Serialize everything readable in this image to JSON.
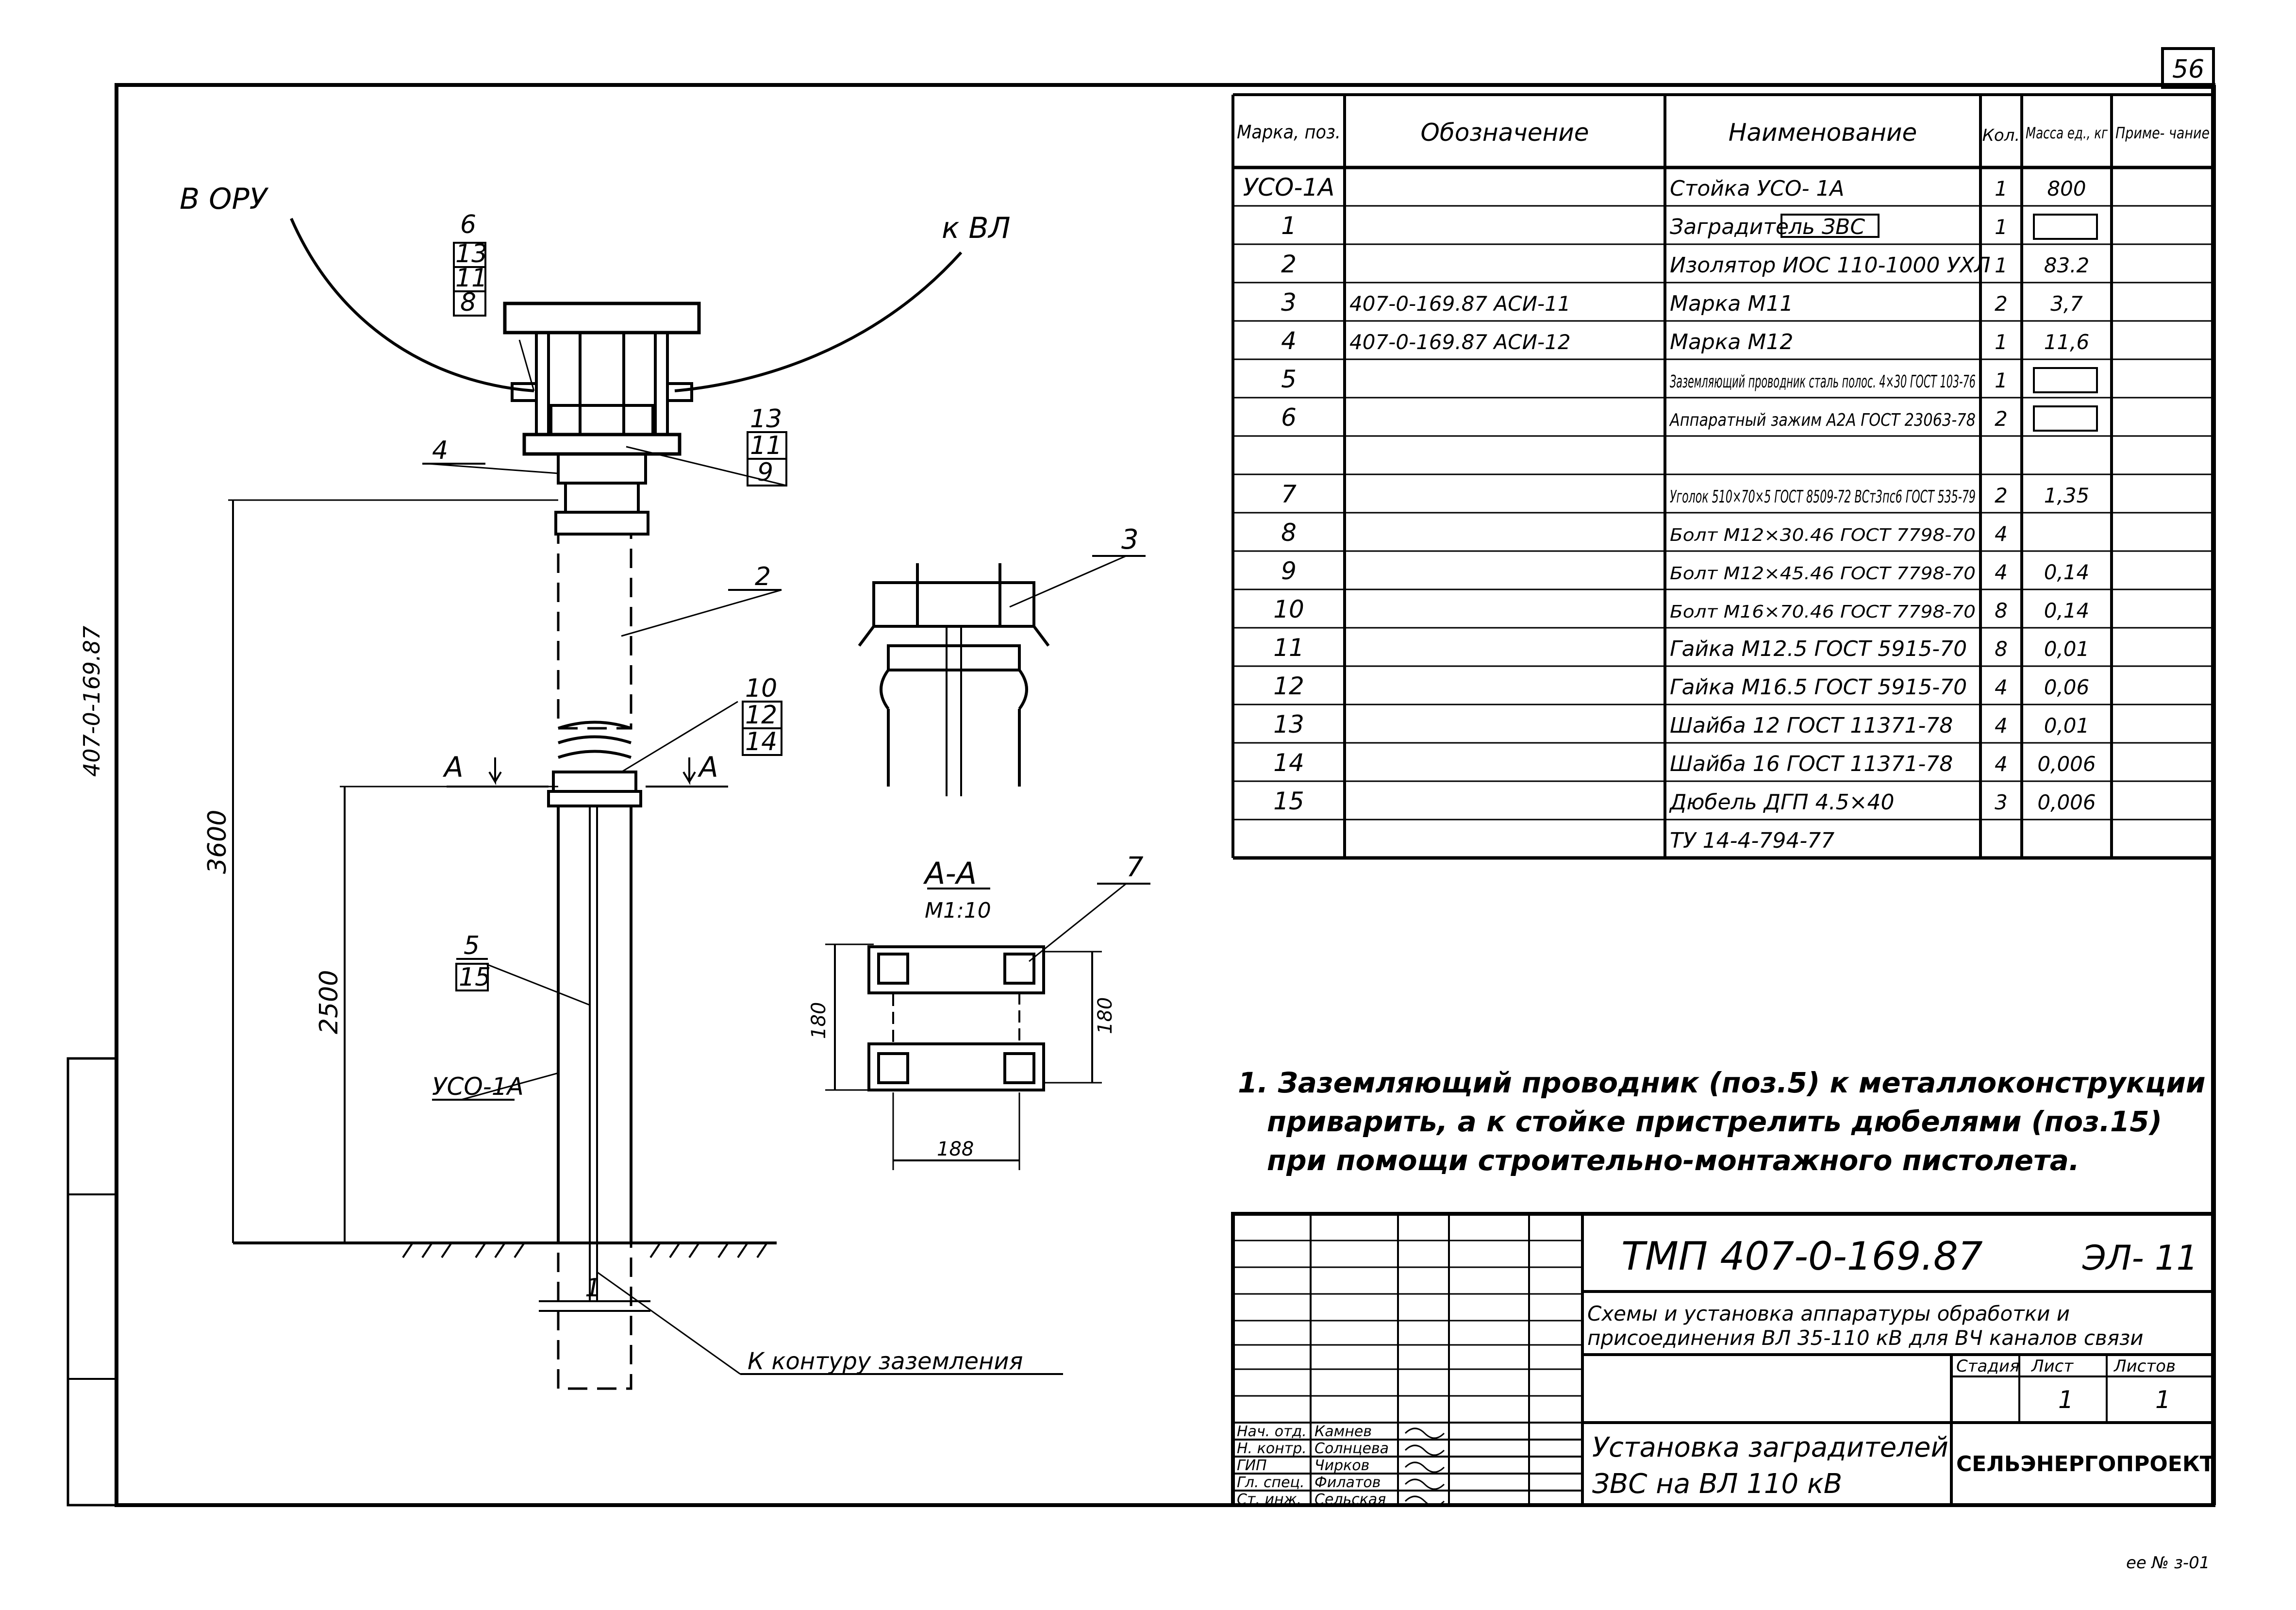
{
  "sheet_number": "56",
  "side_stamp": "407-0-169.87",
  "drawing": {
    "label_v_oru": "В ОРУ",
    "label_k_vl": "к ВЛ",
    "dim_3600": "3600",
    "dim_2500": "2500",
    "dim_180a": "180",
    "dim_180b": "180",
    "dim_188": "188",
    "section_label": "А-А",
    "section_scale": "М1:10",
    "section_mark_a1": "А",
    "section_mark_a2": "А",
    "label_uso": "УСО-1А",
    "label_ground": "К контуру заземления",
    "pos_1": "1",
    "pos_2": "2",
    "pos_3": "3",
    "pos_4": "4",
    "pos_7": "7",
    "stack_top": [
      "6",
      "13",
      "11",
      "8"
    ],
    "stack_mid": [
      "13",
      "11",
      "9"
    ],
    "stack_low": [
      "10",
      "12",
      "14"
    ],
    "stack_bot": [
      "5",
      "15"
    ]
  },
  "spec_table": {
    "headers": [
      "Марка, поз.",
      "Обозначение",
      "Наименование",
      "Кол.",
      "Масса ед., кг",
      "Приме- чание"
    ],
    "rows": [
      [
        "УСО-1А",
        "",
        "Стойка УСО- 1А",
        "1",
        "800",
        ""
      ],
      [
        "1",
        "",
        "Заградитель ЗВС",
        "1",
        "",
        ""
      ],
      [
        "2",
        "",
        "Изолятор ИОС 110-1000 УХЛ",
        "1",
        "83.2",
        ""
      ],
      [
        "3",
        "407-0-169.87 АСИ-11",
        "Марка М11",
        "2",
        "3,7",
        ""
      ],
      [
        "4",
        "407-0-169.87 АСИ-12",
        "Марка М12",
        "1",
        "11,6",
        ""
      ],
      [
        "5",
        "",
        "Заземляющий проводник сталь полос. 4×30 ГОСТ 103-76",
        "1",
        "",
        ""
      ],
      [
        "6",
        "",
        "Аппаратный зажим А2А ГОСТ 23063-78",
        "2",
        "",
        ""
      ],
      [
        "",
        "",
        "",
        "",
        "",
        ""
      ],
      [
        "7",
        "",
        "Уголок 510×70×5 ГОСТ 8509-72 ВСт3пс6 ГОСТ 535-79",
        "2",
        "1,35",
        ""
      ],
      [
        "8",
        "",
        "Болт М12×30.46 ГОСТ 7798-70",
        "4",
        "",
        ""
      ],
      [
        "9",
        "",
        "Болт М12×45.46 ГОСТ 7798-70",
        "4",
        "0,14",
        ""
      ],
      [
        "10",
        "",
        "Болт М16×70.46 ГОСТ 7798-70",
        "8",
        "0,14",
        ""
      ],
      [
        "11",
        "",
        "Гайка М12.5 ГОСТ 5915-70",
        "8",
        "0,01",
        ""
      ],
      [
        "12",
        "",
        "Гайка М16.5 ГОСТ 5915-70",
        "4",
        "0,06",
        ""
      ],
      [
        "13",
        "",
        "Шайба 12 ГОСТ 11371-78",
        "4",
        "0,01",
        ""
      ],
      [
        "14",
        "",
        "Шайба 16 ГОСТ 11371-78",
        "4",
        "0,006",
        ""
      ],
      [
        "15",
        "",
        "Дюбель ДГП 4.5×40",
        "3",
        "0,006",
        ""
      ],
      [
        "",
        "",
        "ТУ 14-4-794-77",
        "",
        "",
        ""
      ]
    ]
  },
  "note": {
    "line1": "1. Заземляющий проводник (поз.5) к металлоконструкции",
    "line2": "приварить, а к стойке пристрелить дюбелями (поз.15)",
    "line3": "при помощи строительно-монтажного пистолета."
  },
  "title_block": {
    "code": "ТМП 407-0-169.87",
    "sheet_code": "ЭЛ- 11",
    "subject_line1": "Схемы и установка аппаратуры обработки и",
    "subject_line2": "присоединения ВЛ 35-110 кВ для ВЧ каналов связи",
    "col_stage": "Стадия",
    "col_sheet": "Лист",
    "col_sheets": "Листов",
    "val_sheet": "1",
    "val_sheets": "1",
    "drawing_title_line1": "Установка заградителей",
    "drawing_title_line2": "ЗВС на ВЛ 110 кВ",
    "org": "СЕЛЬЭНЕРГОПРОЕКТ",
    "people": [
      {
        "role": "Нач. отд.",
        "name": "Камнев"
      },
      {
        "role": "Н. контр.",
        "name": "Солнцева"
      },
      {
        "role": "ГИП",
        "name": "Чирков"
      },
      {
        "role": "Гл. спец.",
        "name": "Филатов"
      },
      {
        "role": "Ст. инж.",
        "name": "Сельская"
      }
    ]
  },
  "footer_mark": "ee № з-01"
}
